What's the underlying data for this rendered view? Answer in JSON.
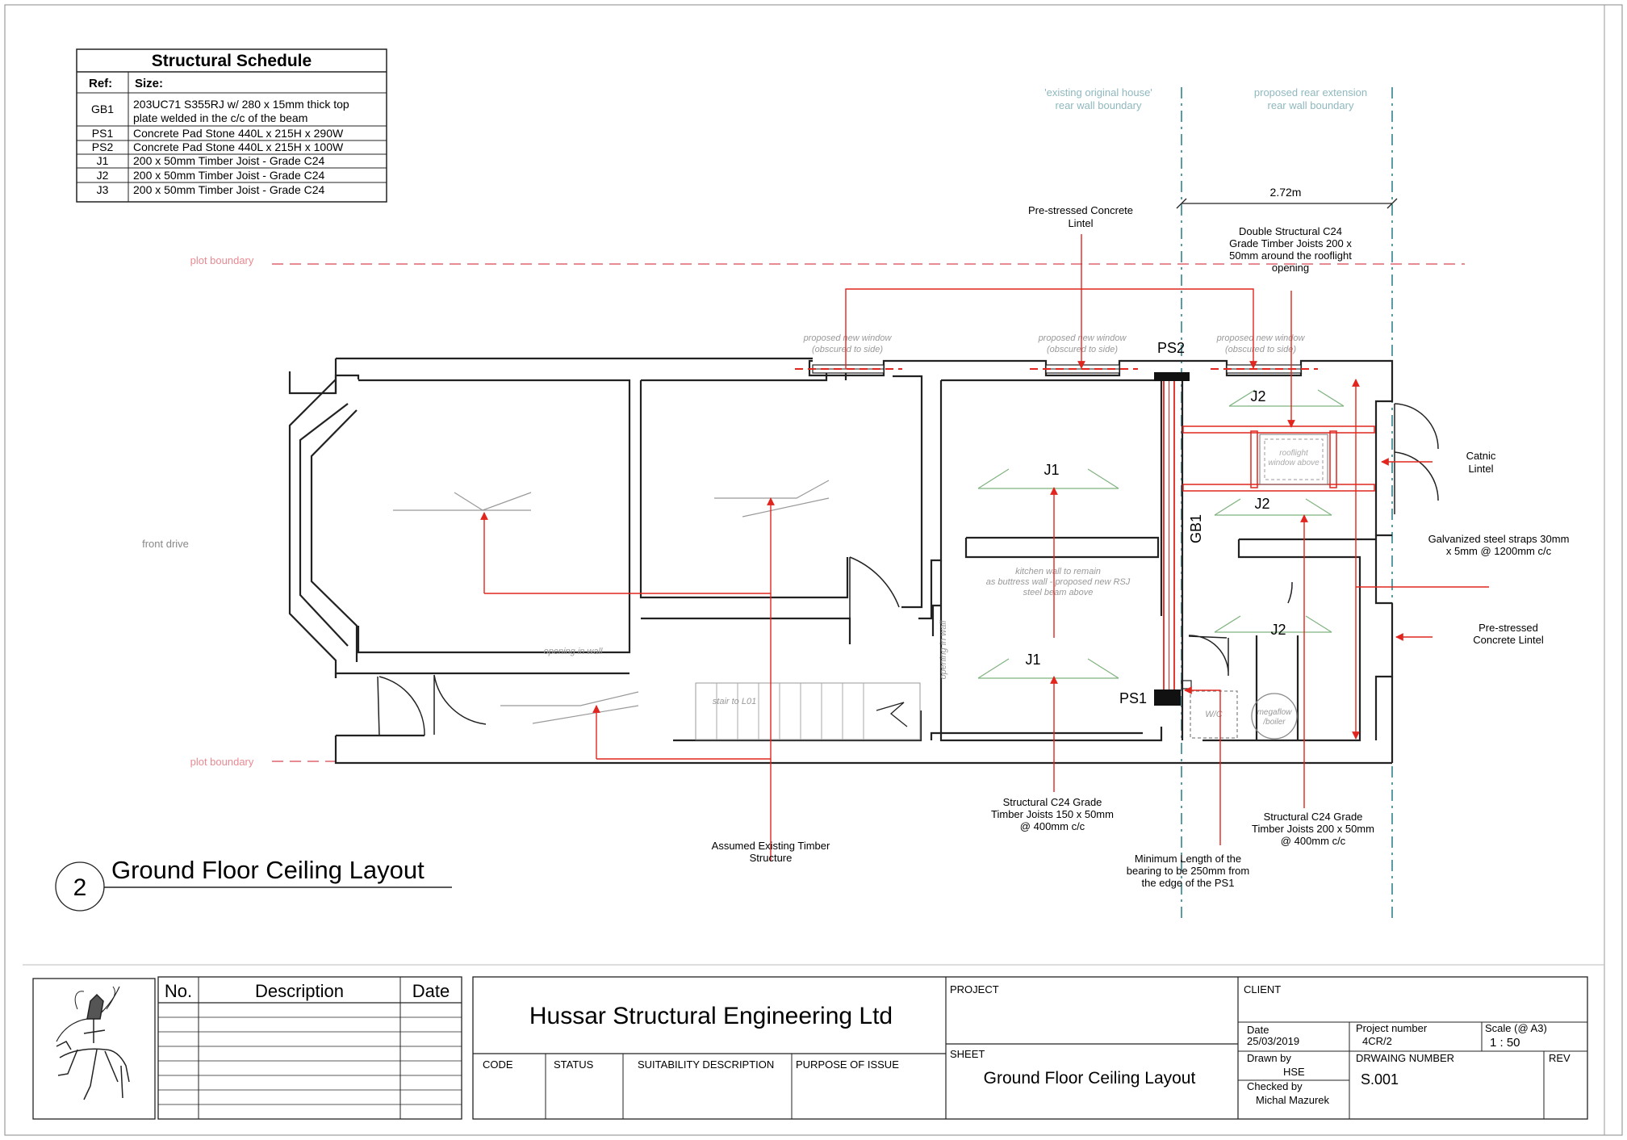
{
  "schedule": {
    "title": "Structural Schedule",
    "col_ref": "Ref:",
    "col_size": "Size:",
    "rows": [
      {
        "ref": "GB1",
        "size1": "203UC71 S355RJ w/ 280 x 15mm thick top",
        "size2": "plate welded in the c/c of the beam"
      },
      {
        "ref": "PS1",
        "size1": "Concrete Pad Stone 440L x 215H x 290W"
      },
      {
        "ref": "PS2",
        "size1": "Concrete Pad Stone 440L x 215H x 100W"
      },
      {
        "ref": "J1",
        "size1": "200 x 50mm Timber Joist - Grade C24"
      },
      {
        "ref": "J2",
        "size1": "200 x 50mm Timber Joist - Grade C24"
      },
      {
        "ref": "J3",
        "size1": "200 x 50mm Timber Joist - Grade C24"
      }
    ]
  },
  "plan": {
    "existing_boundary": [
      "'existing original house'",
      "rear wall boundary"
    ],
    "proposed_boundary": [
      "proposed rear extension",
      "rear wall boundary"
    ],
    "dimension": "2.72m",
    "plot_boundary_top": "plot boundary",
    "plot_boundary_bottom": "plot boundary",
    "front_drive": "front drive",
    "window_1": [
      "proposed new window",
      "(obscured to side)"
    ],
    "window_2": [
      "proposed new window",
      "(obscured to side)"
    ],
    "window_3": [
      "proposed new window",
      "(obscured to side)"
    ],
    "rooflight": [
      "rooflight",
      "window above"
    ],
    "kitchen_wall": [
      "kitchen wall to remain",
      "as buttress wall - proposed new RSJ",
      "steel beam above"
    ],
    "opening_wall_1": "opening in wall",
    "opening_wall_2": "opening in wall",
    "stair": "stair to L01",
    "wc": "W/C",
    "boiler": [
      "megaflow",
      "/boiler"
    ],
    "labels": {
      "ps2": "PS2",
      "ps1": "PS1",
      "gb1": "GB1",
      "j1a": "J1",
      "j1b": "J1",
      "j2a": "J2",
      "j2b": "J2",
      "j2c": "J2"
    }
  },
  "annotations": {
    "pre_stressed_top": [
      "Pre-stressed Concrete",
      "Lintel"
    ],
    "double_joists": [
      "Double Structural C24",
      "Grade Timber Joists 200 x",
      "50mm around the rooflight",
      "opening"
    ],
    "catnic": [
      "Catnic",
      "Lintel"
    ],
    "galvanized": [
      "Galvanized steel straps 30mm",
      "x 5mm @ 1200mm c/c"
    ],
    "pre_stressed_right": [
      "Pre-stressed",
      "Concrete Lintel"
    ],
    "joists_150": [
      "Structural C24 Grade",
      "Timber Joists 150 x 50mm",
      "@ 400mm c/c"
    ],
    "joists_200": [
      "Structural C24 Grade",
      "Timber Joists 200 x 50mm",
      "@ 400mm c/c"
    ],
    "bearing": [
      "Minimum Length of the",
      "bearing to be 250mm from",
      "the edge of the PS1"
    ],
    "existing_timber": [
      "Assumed Existing Timber",
      "Structure"
    ]
  },
  "drawing_title": {
    "number": "2",
    "title": "Ground Floor Ceiling Layout"
  },
  "title_block": {
    "revision_headers": {
      "no": "No.",
      "description": "Description",
      "date": "Date"
    },
    "company": "Hussar Structural Engineering Ltd",
    "code": "CODE",
    "status": "STATUS",
    "suitability": "SUITABILITY DESCRIPTION",
    "purpose": "PURPOSE OF ISSUE",
    "project_label": "PROJECT",
    "sheet_label": "SHEET",
    "sheet_value": "Ground Floor Ceiling Layout",
    "client_label": "CLIENT",
    "date_label": "Date",
    "date_value": "25/03/2019",
    "project_number_label": "Project number",
    "project_number_value": "4CR/2",
    "scale_label": "Scale (@ A3)",
    "scale_value": "1 : 50",
    "drawn_by_label": "Drawn by",
    "drawn_by_value": "HSE",
    "drawing_number_label": "DRWAING NUMBER",
    "drawing_number_value": "S.001",
    "rev_label": "REV",
    "checked_by_label": "Checked by",
    "checked_by_value": "Michal Mazurek"
  },
  "colors": {
    "red": "#e0261f",
    "pink": "#e88a92",
    "teal": "#5a9ca6",
    "green": "#7fb37f",
    "wall": "#222222"
  }
}
